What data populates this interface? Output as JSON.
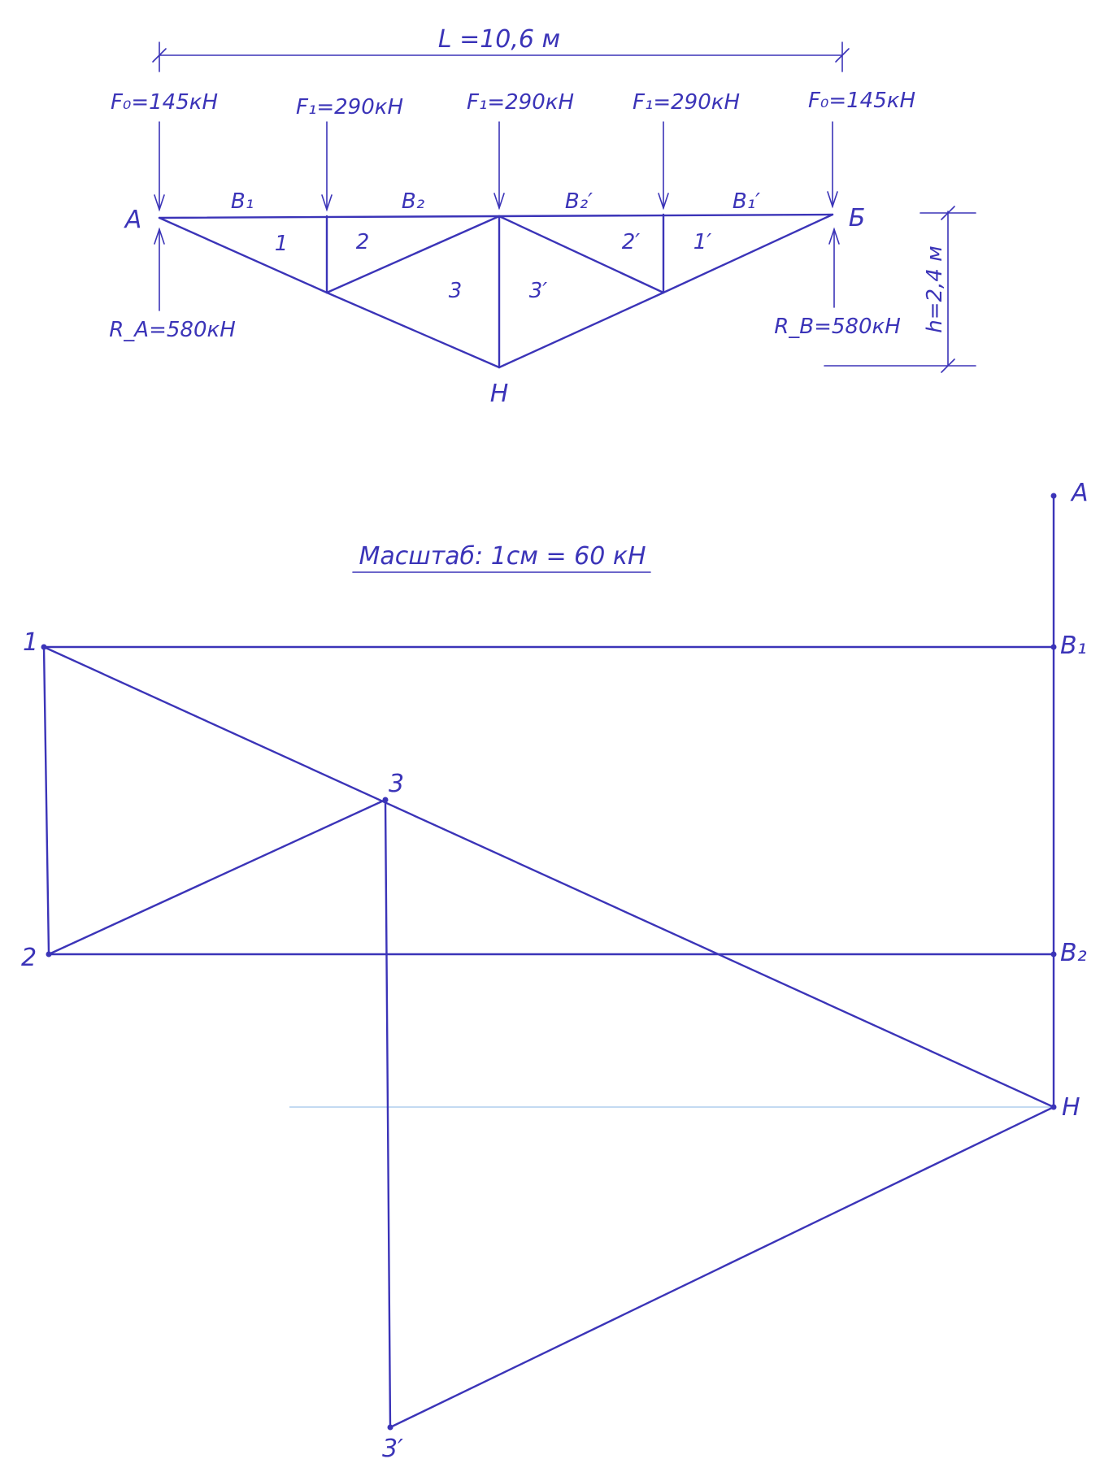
{
  "truss": {
    "span_label": "L =10,6 м",
    "height_label": "h=2,4 м",
    "loads": [
      {
        "label": "F₀=145кН"
      },
      {
        "label": "F₁=290кН"
      },
      {
        "label": "F₁=290кН"
      },
      {
        "label": "F₁=290кН"
      },
      {
        "label": "F₀=145кН"
      }
    ],
    "reactions": {
      "left": "R_A=580кН",
      "right": "R_B=580кН"
    },
    "nodes": {
      "left_support": "А",
      "right_support": "Б",
      "bottom": "Н"
    },
    "top_panels": [
      "B₁",
      "B₂",
      "B₂′",
      "B₁′"
    ],
    "panels": [
      "1",
      "2",
      "3",
      "3′",
      "2′",
      "1′"
    ]
  },
  "diagram": {
    "scale_label": "Масштаб:  1см = 60 кН",
    "points": {
      "A": "A",
      "B1": "B₁",
      "B2": "B₂",
      "H": "H",
      "p1": "1",
      "p2": "2",
      "p3": "3",
      "p3p": "3′"
    }
  },
  "colors": {
    "ink": "#3b34b8",
    "guide": "#9fc4ea"
  }
}
